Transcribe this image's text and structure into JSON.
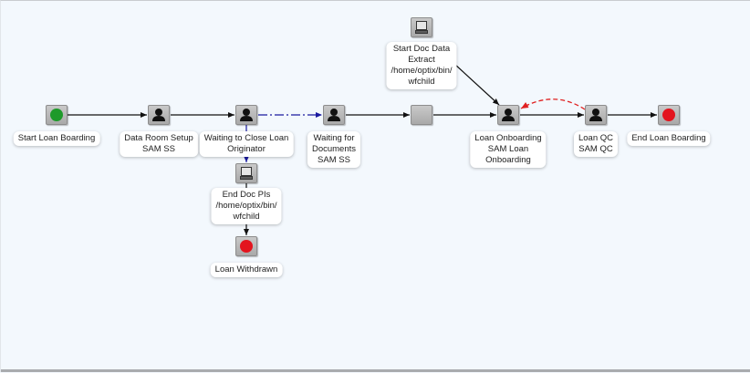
{
  "diagram": {
    "title": "Loan Boarding Workflow",
    "colors": {
      "background": "#f3f8fd",
      "edge_default": "#111111",
      "edge_blue": "#1a1aa0",
      "edge_red": "#e02020",
      "start_dot": "#1e9a2a",
      "end_dot": "#e3141e"
    },
    "nodes": [
      {
        "id": "start",
        "type": "start",
        "icon": "green-circle-icon",
        "lines": [
          "Start Loan Boarding"
        ]
      },
      {
        "id": "data-room",
        "type": "user-task",
        "icon": "person-icon",
        "lines": [
          "Data Room Setup",
          "SAM SS"
        ]
      },
      {
        "id": "waiting-close",
        "type": "user-task",
        "icon": "person-icon",
        "lines": [
          "Waiting to Close Loan",
          "Originator"
        ]
      },
      {
        "id": "waiting-docs",
        "type": "user-task",
        "icon": "person-icon",
        "lines": [
          "Waiting for",
          "Documents",
          "SAM SS"
        ]
      },
      {
        "id": "join",
        "type": "blank",
        "icon": "blank-node-icon",
        "lines": []
      },
      {
        "id": "start-doc-extract",
        "type": "system-task",
        "icon": "computer-icon",
        "lines": [
          "Start Doc Data",
          "Extract",
          "/home/optix/bin/",
          "wfchild"
        ]
      },
      {
        "id": "loan-onboarding",
        "type": "user-task",
        "icon": "person-icon",
        "lines": [
          "Loan Onboarding",
          "SAM Loan",
          "Onboarding"
        ]
      },
      {
        "id": "loan-qc",
        "type": "user-task",
        "icon": "person-icon",
        "lines": [
          "Loan QC",
          "SAM QC"
        ]
      },
      {
        "id": "end",
        "type": "end",
        "icon": "red-circle-icon",
        "lines": [
          "End Loan Boarding"
        ]
      },
      {
        "id": "end-doc-pis",
        "type": "system-task",
        "icon": "computer-icon",
        "lines": [
          "End Doc PIs",
          "/home/optix/bin/",
          "wfchild"
        ]
      },
      {
        "id": "withdrawn",
        "type": "end",
        "icon": "red-circle-icon",
        "lines": [
          "Loan Withdrawn"
        ]
      }
    ],
    "edges": [
      {
        "from": "start",
        "to": "data-room",
        "style": "solid"
      },
      {
        "from": "data-room",
        "to": "waiting-close",
        "style": "solid"
      },
      {
        "from": "waiting-close",
        "to": "waiting-docs",
        "style": "dash-dot-blue"
      },
      {
        "from": "waiting-docs",
        "to": "join",
        "style": "solid"
      },
      {
        "from": "join",
        "to": "loan-onboarding",
        "style": "solid"
      },
      {
        "from": "start-doc-extract",
        "to": "loan-onboarding",
        "style": "solid"
      },
      {
        "from": "loan-onboarding",
        "to": "loan-qc",
        "style": "solid"
      },
      {
        "from": "loan-qc",
        "to": "loan-onboarding",
        "style": "dashed-red-curve"
      },
      {
        "from": "loan-qc",
        "to": "end",
        "style": "solid"
      },
      {
        "from": "waiting-close",
        "to": "end-doc-pis",
        "style": "dash-dot-blue"
      },
      {
        "from": "end-doc-pis",
        "to": "withdrawn",
        "style": "solid"
      }
    ]
  }
}
